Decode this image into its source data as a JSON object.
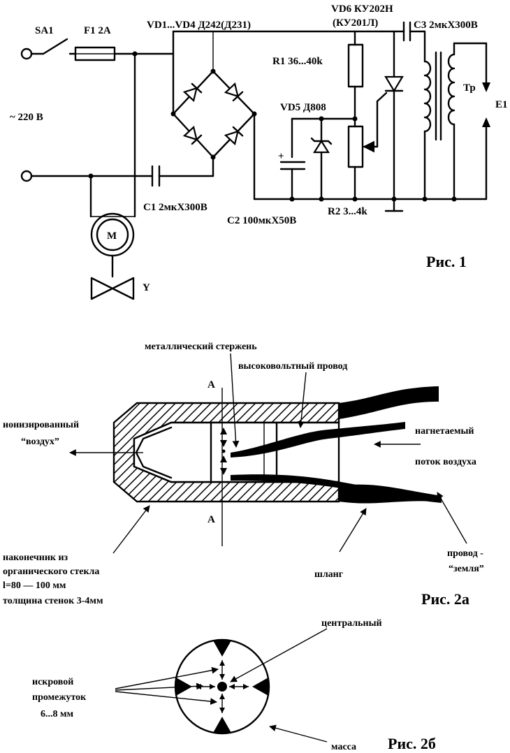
{
  "fig1": {
    "sa1": "SA1",
    "f1": "F1 2A",
    "vd1_4": "VD1...VD4 Д242(Д231)",
    "vd6_a": "VD6 КУ202Н",
    "vd6_b": "(КУ201Л)",
    "c3": "C3 2мкХ300В",
    "r1": "R1 36...40k",
    "vd5": "VD5 Д808",
    "tr": "Тр",
    "e1": "E1",
    "mains": "~ 220 В",
    "m": "M",
    "y": "Y",
    "c1": "C1 2мкХ300В",
    "c2": "C2 100мкХ50В",
    "r2": "R2 3...4k",
    "plus": "+",
    "caption": "Рис. 1"
  },
  "fig2a": {
    "rod": "металлический стержень",
    "hv_wire": "высоковольтный провод",
    "section_top": "A",
    "section_bottom": "A",
    "ionized_1": "ионизированный",
    "ionized_2": "“воздух”",
    "air_1": "нагнетаемый",
    "air_2": "поток воздуха",
    "tip_1": "наконечник из",
    "tip_2": "органического стекла",
    "tip_3": "l=80 — 100 мм",
    "tip_4": "толщина стенок 3-4мм",
    "hose": "шланг",
    "ground_1": "провод -",
    "ground_2": "“земля”",
    "caption": "Рис. 2а"
  },
  "fig2b": {
    "central": "центральный",
    "gap_1": "искровой",
    "gap_2": "промежуток",
    "gap_3": "6...8 мм",
    "mass": "масса",
    "caption": "Рис. 2б"
  }
}
